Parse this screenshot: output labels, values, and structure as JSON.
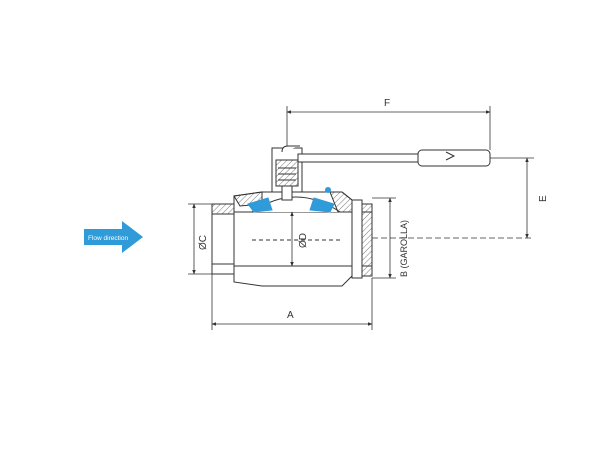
{
  "flow_arrow": {
    "label": "Flow direction",
    "color": "#2f9bd8"
  },
  "dimensions": {
    "A": "A",
    "B": "B (GAROLLA)",
    "C": "ØC",
    "D": "ØD",
    "E": "E",
    "F": "F"
  },
  "colors": {
    "line": "#333333",
    "seal": "#2f9bd8",
    "hatch": "#555555"
  }
}
